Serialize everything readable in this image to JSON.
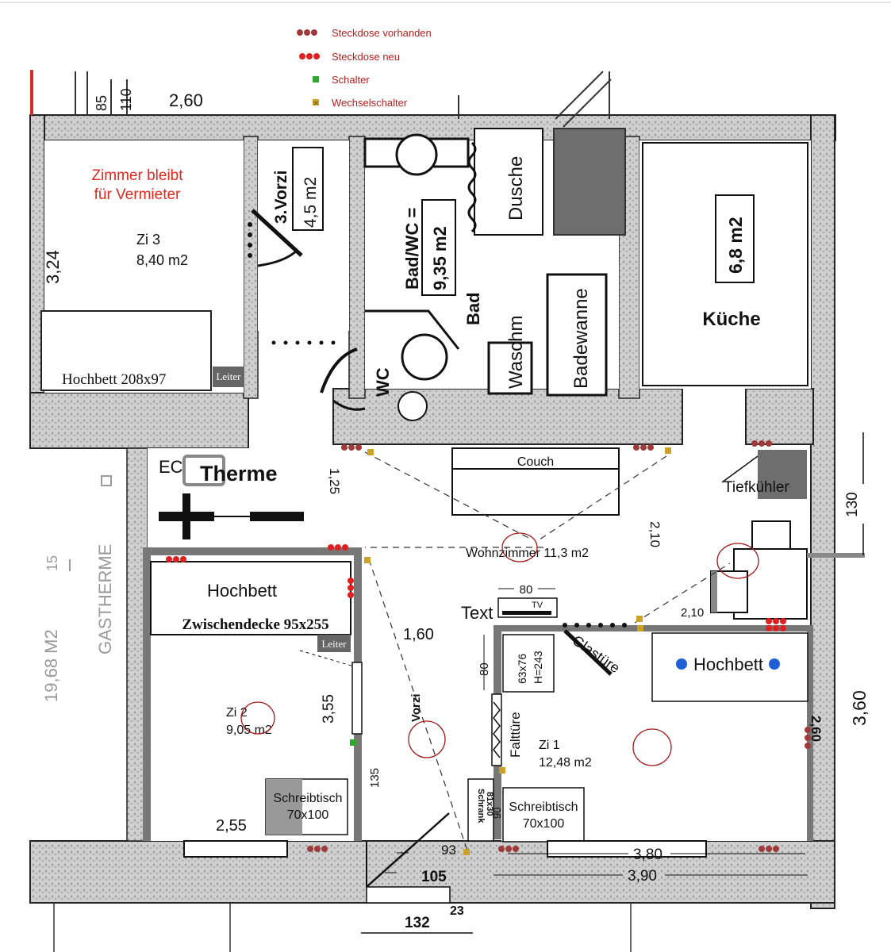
{
  "legend": {
    "existing_socket": "Steckdose vorhanden",
    "new_socket": "Steckdose neu",
    "switch": "Schalter",
    "two_way_switch": "Wechselschalter",
    "two_way_marker": "W"
  },
  "colors": {
    "wall": "#7a7a7a",
    "wall_texture": "#b8b8b8",
    "socket_existing": "#9e3a3a",
    "socket_new": "#d92b2b",
    "switch": "#2ea82e",
    "two_way_switch": "#c9a227",
    "note_red": "#e0281c",
    "bed_blue": "#1f5fd6",
    "appliance": "#6e6e6e"
  },
  "rooms": {
    "zi3": {
      "note_line1": "Zimmer bleibt",
      "note_line2": "für Vermieter",
      "name": "Zi 3",
      "area": "8,40 m2",
      "height_dim": "3,24",
      "bed": "Hochbett 208x97",
      "ladder": "Leiter"
    },
    "vorzi3": {
      "name": "3.Vorzi",
      "area": "4,5 m2"
    },
    "bad": {
      "name": "Bad/WC =",
      "area": "9,35 m2",
      "shower": "Dusche",
      "bad_label": "Bad",
      "washer": "Waschm",
      "tub": "Badewanne",
      "wc": "WC"
    },
    "kueche": {
      "area": "6,8 m2",
      "name": "Küche",
      "freezer": "Tiefkühler"
    },
    "therme": "Therme",
    "wohnzimmer": {
      "name": "Wohnzimmer 11,3 m2",
      "couch": "Couch"
    },
    "zi2": {
      "bed": "Hochbett",
      "ceiling": "Zwischendecke 95x255",
      "ladder": "Leiter",
      "name": "Zi 2",
      "area": "9,05 m2",
      "desk_line1": "Schreibtisch",
      "desk_line2": "70x100"
    },
    "vorzi": "Vorzi",
    "zi1": {
      "name": "Zi 1",
      "area": "12,48 m2",
      "bed": "Hochbett",
      "glass_door": "Glastüre",
      "folding_door": "Falttüre",
      "wardrobe_line1": "63x76",
      "wardrobe_line2": "H=243",
      "cabinet_line1": "Schrank",
      "cabinet_line2": "81x30",
      "desk_line1": "Schreibtisch",
      "desk_line2": "70x100"
    },
    "tv": {
      "label": "Text",
      "tv": "TV",
      "width": "80"
    },
    "gastherme": "GASTHERME",
    "total_area": "19,68 M2"
  },
  "dimensions": {
    "d85": "85",
    "d110": "110",
    "d260_top": "2,60",
    "d125": "1,25",
    "d210_right": "2,10",
    "d210_small": "2,10",
    "d160": "1,60",
    "d355": "3,55",
    "d135": "135",
    "d255": "2,55",
    "d80_side": "80",
    "d90": "90",
    "d93": "93",
    "d105": "105",
    "d23": "23",
    "d132": "132",
    "d380": "3,80",
    "d390": "3,90",
    "d260_right": "2,60",
    "d360": "3,60",
    "d130": "130",
    "d15": "15"
  }
}
